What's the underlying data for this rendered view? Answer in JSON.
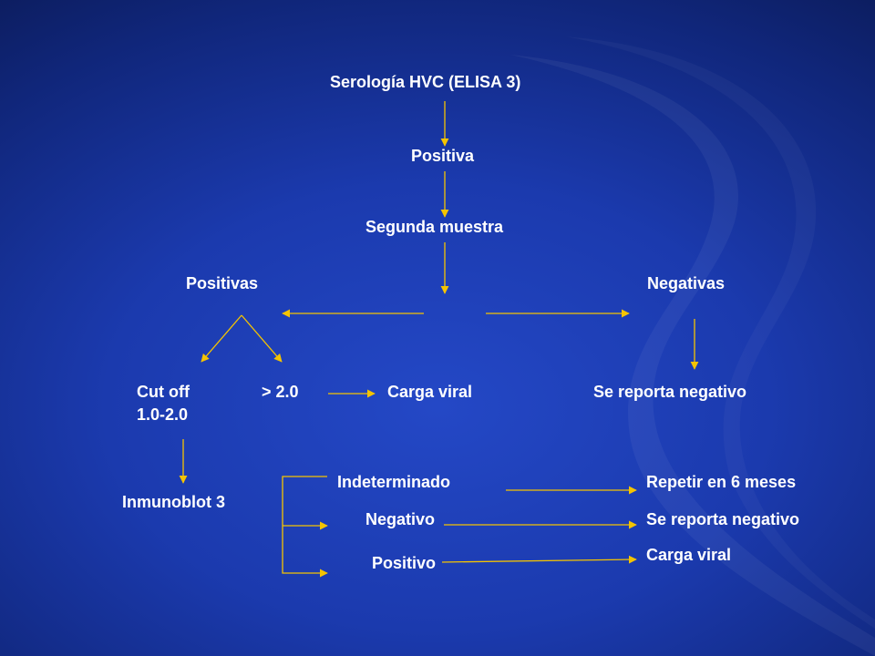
{
  "colors": {
    "background": "#1b3aae",
    "text": "#ffffff",
    "arrow": "#f5c400"
  },
  "nodes": {
    "serologia": "Serología HVC (ELISA  3)",
    "positiva": "Positiva",
    "segunda_muestra": "Segunda muestra",
    "positivas": "Positivas",
    "negativas": "Negativas",
    "cut_off_line1": "Cut off",
    "cut_off_line2": "1.0-2.0",
    "mayor_2": "> 2.0",
    "carga_viral_1": "Carga viral",
    "se_reporta_negativo_1": "Se reporta negativo",
    "inmunoblot": "Inmunoblot 3",
    "indeterminado": "Indeterminado",
    "negativo": "Negativo",
    "positivo": "Positivo",
    "repetir": "Repetir en 6 meses",
    "se_reporta_negativo_2": "Se reporta negativo",
    "carga_viral_2": "Carga viral"
  }
}
